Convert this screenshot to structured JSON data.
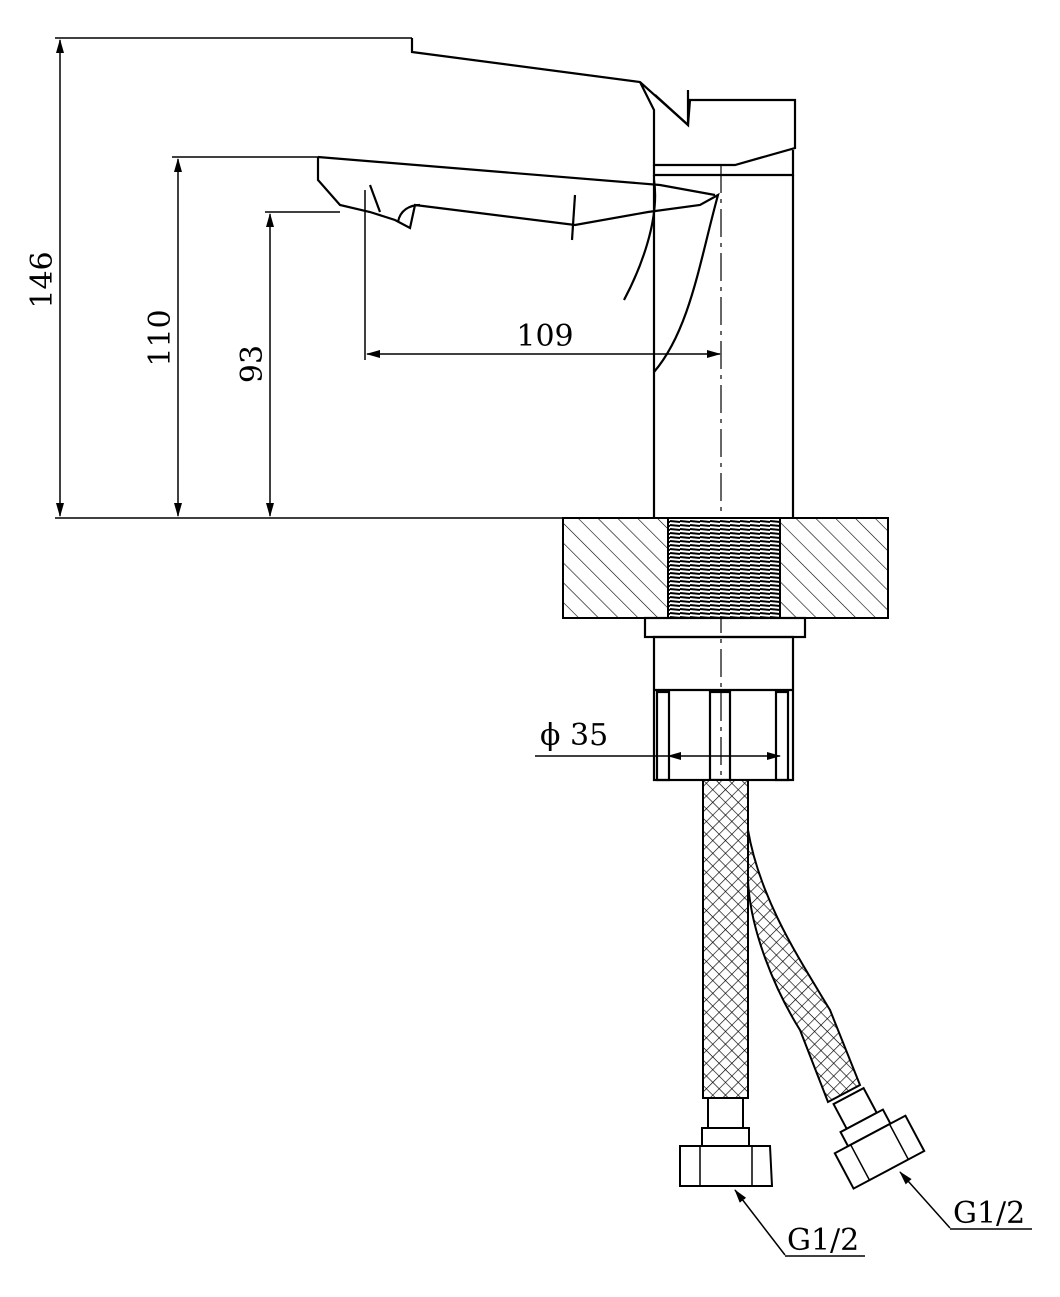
{
  "title": "Basin faucet dimension drawing",
  "dimensions": {
    "total_height": "146",
    "spout_top_height": "110",
    "spout_outlet_height": "93",
    "spout_reach": "109",
    "mount_diameter": "ϕ 35"
  },
  "connections": {
    "left_hose": "G1/2",
    "right_hose": "G1/2"
  },
  "colors": {
    "line": "#000000",
    "background": "#ffffff"
  }
}
